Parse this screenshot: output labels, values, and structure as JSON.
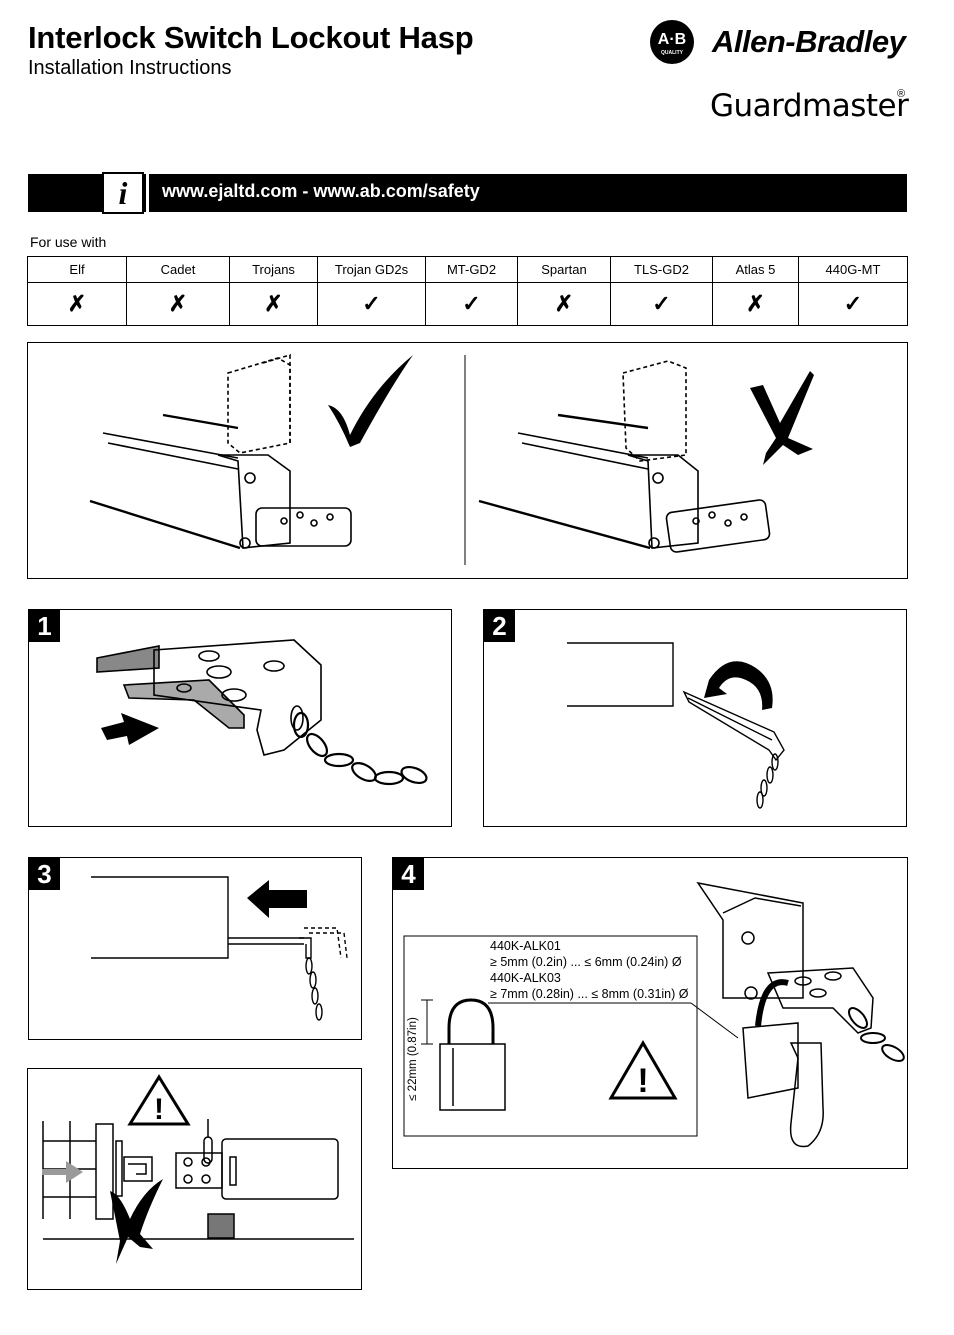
{
  "header": {
    "title": "Interlock Switch Lockout Hasp",
    "subtitle": "Installation Instructions",
    "brand_badge_top": "A·B",
    "brand_badge_sub": "QUALITY",
    "brand_name": "Allen-Bradley",
    "product_line": "Guardmaster",
    "registered_mark": "®"
  },
  "info_bar": {
    "icon": "info-icon",
    "icon_letter": "i",
    "urls": "www.ejaltd.com  -  www.ab.com/safety"
  },
  "compatibility": {
    "label": "For use with",
    "columns": [
      "Elf",
      "Cadet",
      "Trojans",
      "Trojan GD2s",
      "MT-GD2",
      "Spartan",
      "TLS-GD2",
      "Atlas 5",
      "440G-MT"
    ],
    "marks": [
      "✗",
      "✗",
      "✗",
      "✓",
      "✓",
      "✗",
      "✓",
      "✗",
      "✓"
    ]
  },
  "steps": {
    "step1": "1",
    "step2": "2",
    "step3": "3",
    "step4": "4"
  },
  "padlock": {
    "model1": "440K-ALK01",
    "spec1": "≥ 5mm (0.2in) ... ≤ 6mm (0.24in) Ø",
    "model2": "440K-ALK03",
    "spec2": "≥ 7mm (0.28in) ... ≤ 8mm (0.31in) Ø",
    "shackle_height": "≤ 22mm (0.87in)"
  },
  "colors": {
    "ink": "#000000",
    "bar": "#000000",
    "arrow_grey": "#9a9a9a"
  }
}
